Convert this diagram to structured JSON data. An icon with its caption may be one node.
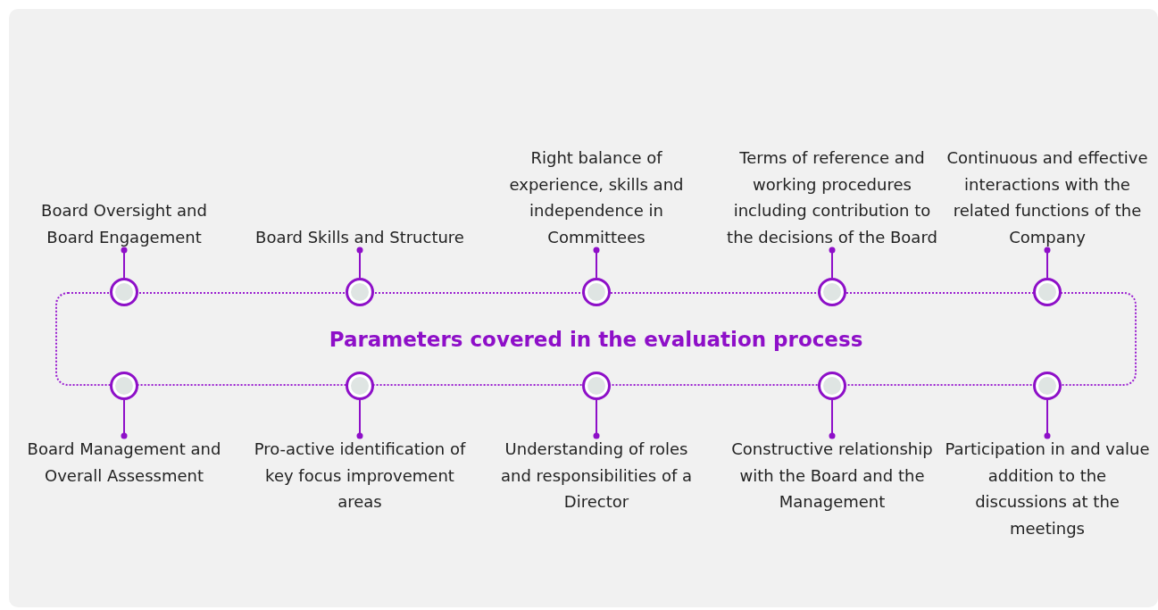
{
  "diagram": {
    "nodes": [
      {
        "text": [
          "Parameters covered in the evaluation process"
        ]
      },
      {
        "text": [
          "Board Oversight and Board Engagement"
        ]
      },
      {
        "text": [
          "Board Skills and Structure"
        ]
      },
      {
        "text": [
          "Right balance of experience, skills and independence in Committees"
        ]
      },
      {
        "text": [
          "Terms of reference and working procedures including contribution to the decisions of the Board"
        ]
      },
      {
        "text": [
          "Continuous and effective interactions with the related functions of the Company"
        ]
      },
      {
        "text": [],
        "shape": "circle"
      },
      {
        "text": [],
        "shape": "circle"
      },
      {
        "text": [],
        "shape": "circle"
      },
      {
        "text": [],
        "shape": "circle"
      },
      {
        "text": [],
        "shape": "circle"
      },
      {
        "text": [],
        "shape": "circle"
      },
      {
        "text": [],
        "shape": "circle"
      },
      {
        "text": [],
        "shape": "circle"
      },
      {
        "text": [],
        "shape": "circle"
      },
      {
        "text": [],
        "shape": "circle"
      },
      {
        "text": [
          "Board Management and Overall Assessment"
        ]
      },
      {
        "text": [
          "Pro-active identification of key focus improvement areas"
        ]
      },
      {
        "text": [
          "Understanding of roles and responsibilities of a Director"
        ]
      },
      {
        "text": [
          "Constructive relationship with the Board and the Management"
        ]
      },
      {
        "text": [
          "Participation in and value addition to the discussions at the meetings"
        ]
      }
    ],
    "edges": [
      {
        "from": 6,
        "to": 1,
        "arrow": "other"
      },
      {
        "from": 7,
        "to": 2,
        "arrow": "other"
      },
      {
        "from": 8,
        "to": 3,
        "arrow": "other"
      },
      {
        "from": 9,
        "to": 4,
        "arrow": "other"
      },
      {
        "from": 10,
        "to": 5,
        "arrow": "other"
      },
      {
        "from": 11,
        "to": 16,
        "arrow": "other"
      },
      {
        "from": 12,
        "to": 17,
        "arrow": "other"
      },
      {
        "from": 13,
        "to": 18,
        "arrow": "other"
      },
      {
        "from": 14,
        "to": 19,
        "arrow": "other"
      },
      {
        "from": 15,
        "to": 20,
        "arrow": "other"
      }
    ]
  }
}
